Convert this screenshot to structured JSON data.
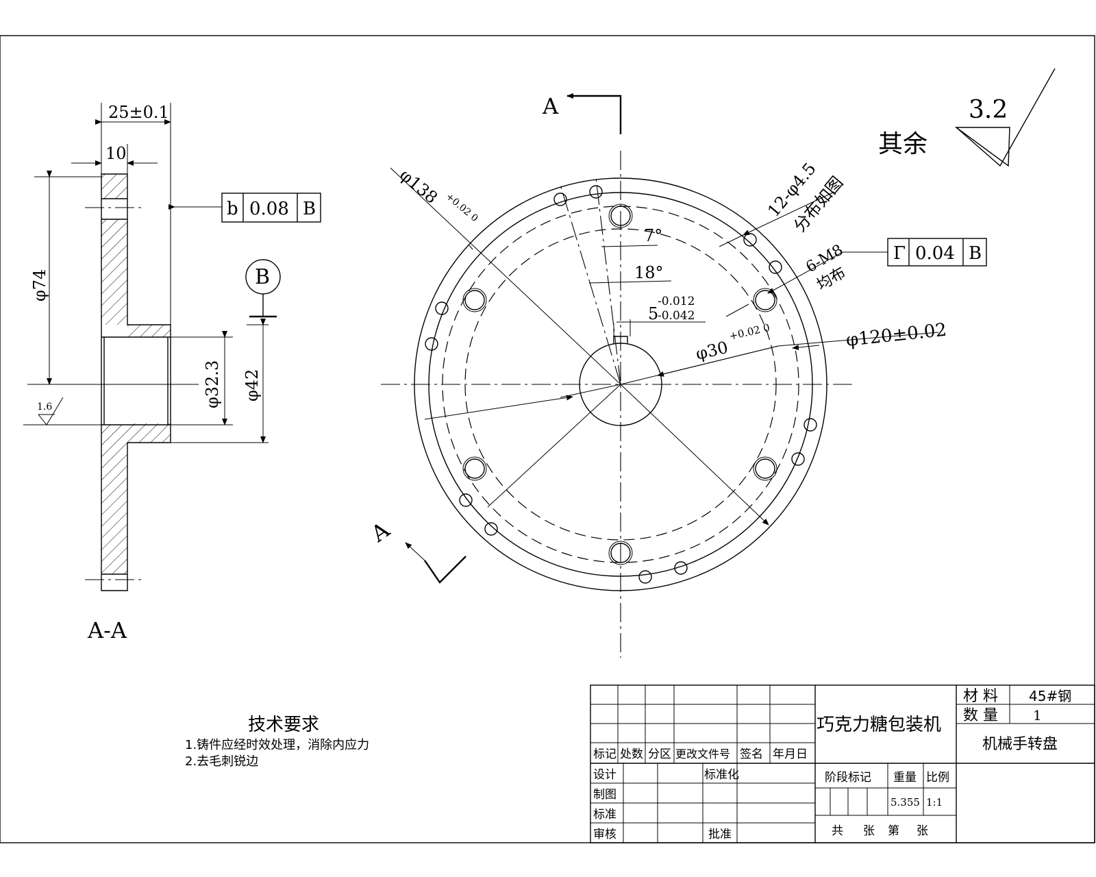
{
  "section": {
    "label": "A-A",
    "dim_width": "25±0.1",
    "dim_flange": "10",
    "dim_hub_dia": "φ74",
    "dim_bore": "φ32.3",
    "dim_outer": "φ42",
    "roughness": "1.6",
    "datum": "B",
    "tolerance_frame": {
      "symbol": "b",
      "value": "0.08",
      "datum": "B"
    }
  },
  "front_view": {
    "section_mark": "A",
    "dim_od": "φ138",
    "dim_od_tol": "+0.02\n0",
    "dim_pcd": "φ120±0.02",
    "dim_bore": "φ30",
    "dim_bore_tol": "+0.02\n0",
    "dim_key": "5",
    "dim_key_tol_upper": "-0.012",
    "dim_key_tol_lower": "-0.042",
    "angle_small": "7°",
    "angle_large": "18°",
    "holes_small": "12-φ4.5",
    "holes_small_note": "分布如图",
    "holes_threaded": "6-M8",
    "holes_threaded_note": "均布",
    "tolerance_frame": {
      "symbol": "Γ",
      "value": "0.04",
      "datum": "B"
    }
  },
  "surface_finish": {
    "label": "其余",
    "value": "3.2"
  },
  "tech_requirements": {
    "title": "技术要求",
    "items": [
      "1.铸件应经时效处理，消除内应力",
      "2.去毛刺锐边"
    ]
  },
  "title_block": {
    "product": "巧克力糖包装机",
    "part_name": "机械手转盘",
    "material_label": "材 料",
    "material": "45#钢",
    "quantity_label": "数 量",
    "quantity": "1",
    "rev_headers": [
      "标记",
      "处数",
      "分区",
      "更改文件号",
      "签名",
      "年月日"
    ],
    "roles": [
      "设计",
      "制图",
      "标准",
      "审核"
    ],
    "standardize": "标准化",
    "approve": "批准",
    "stage_label": "阶段标记",
    "weight_label": "重量",
    "scale_label": "比例",
    "weight": "5.355",
    "scale": "1:1",
    "sheets_total": "共",
    "sheet_label": "张",
    "sheet_no": "第",
    "sheet_label2": "张"
  }
}
